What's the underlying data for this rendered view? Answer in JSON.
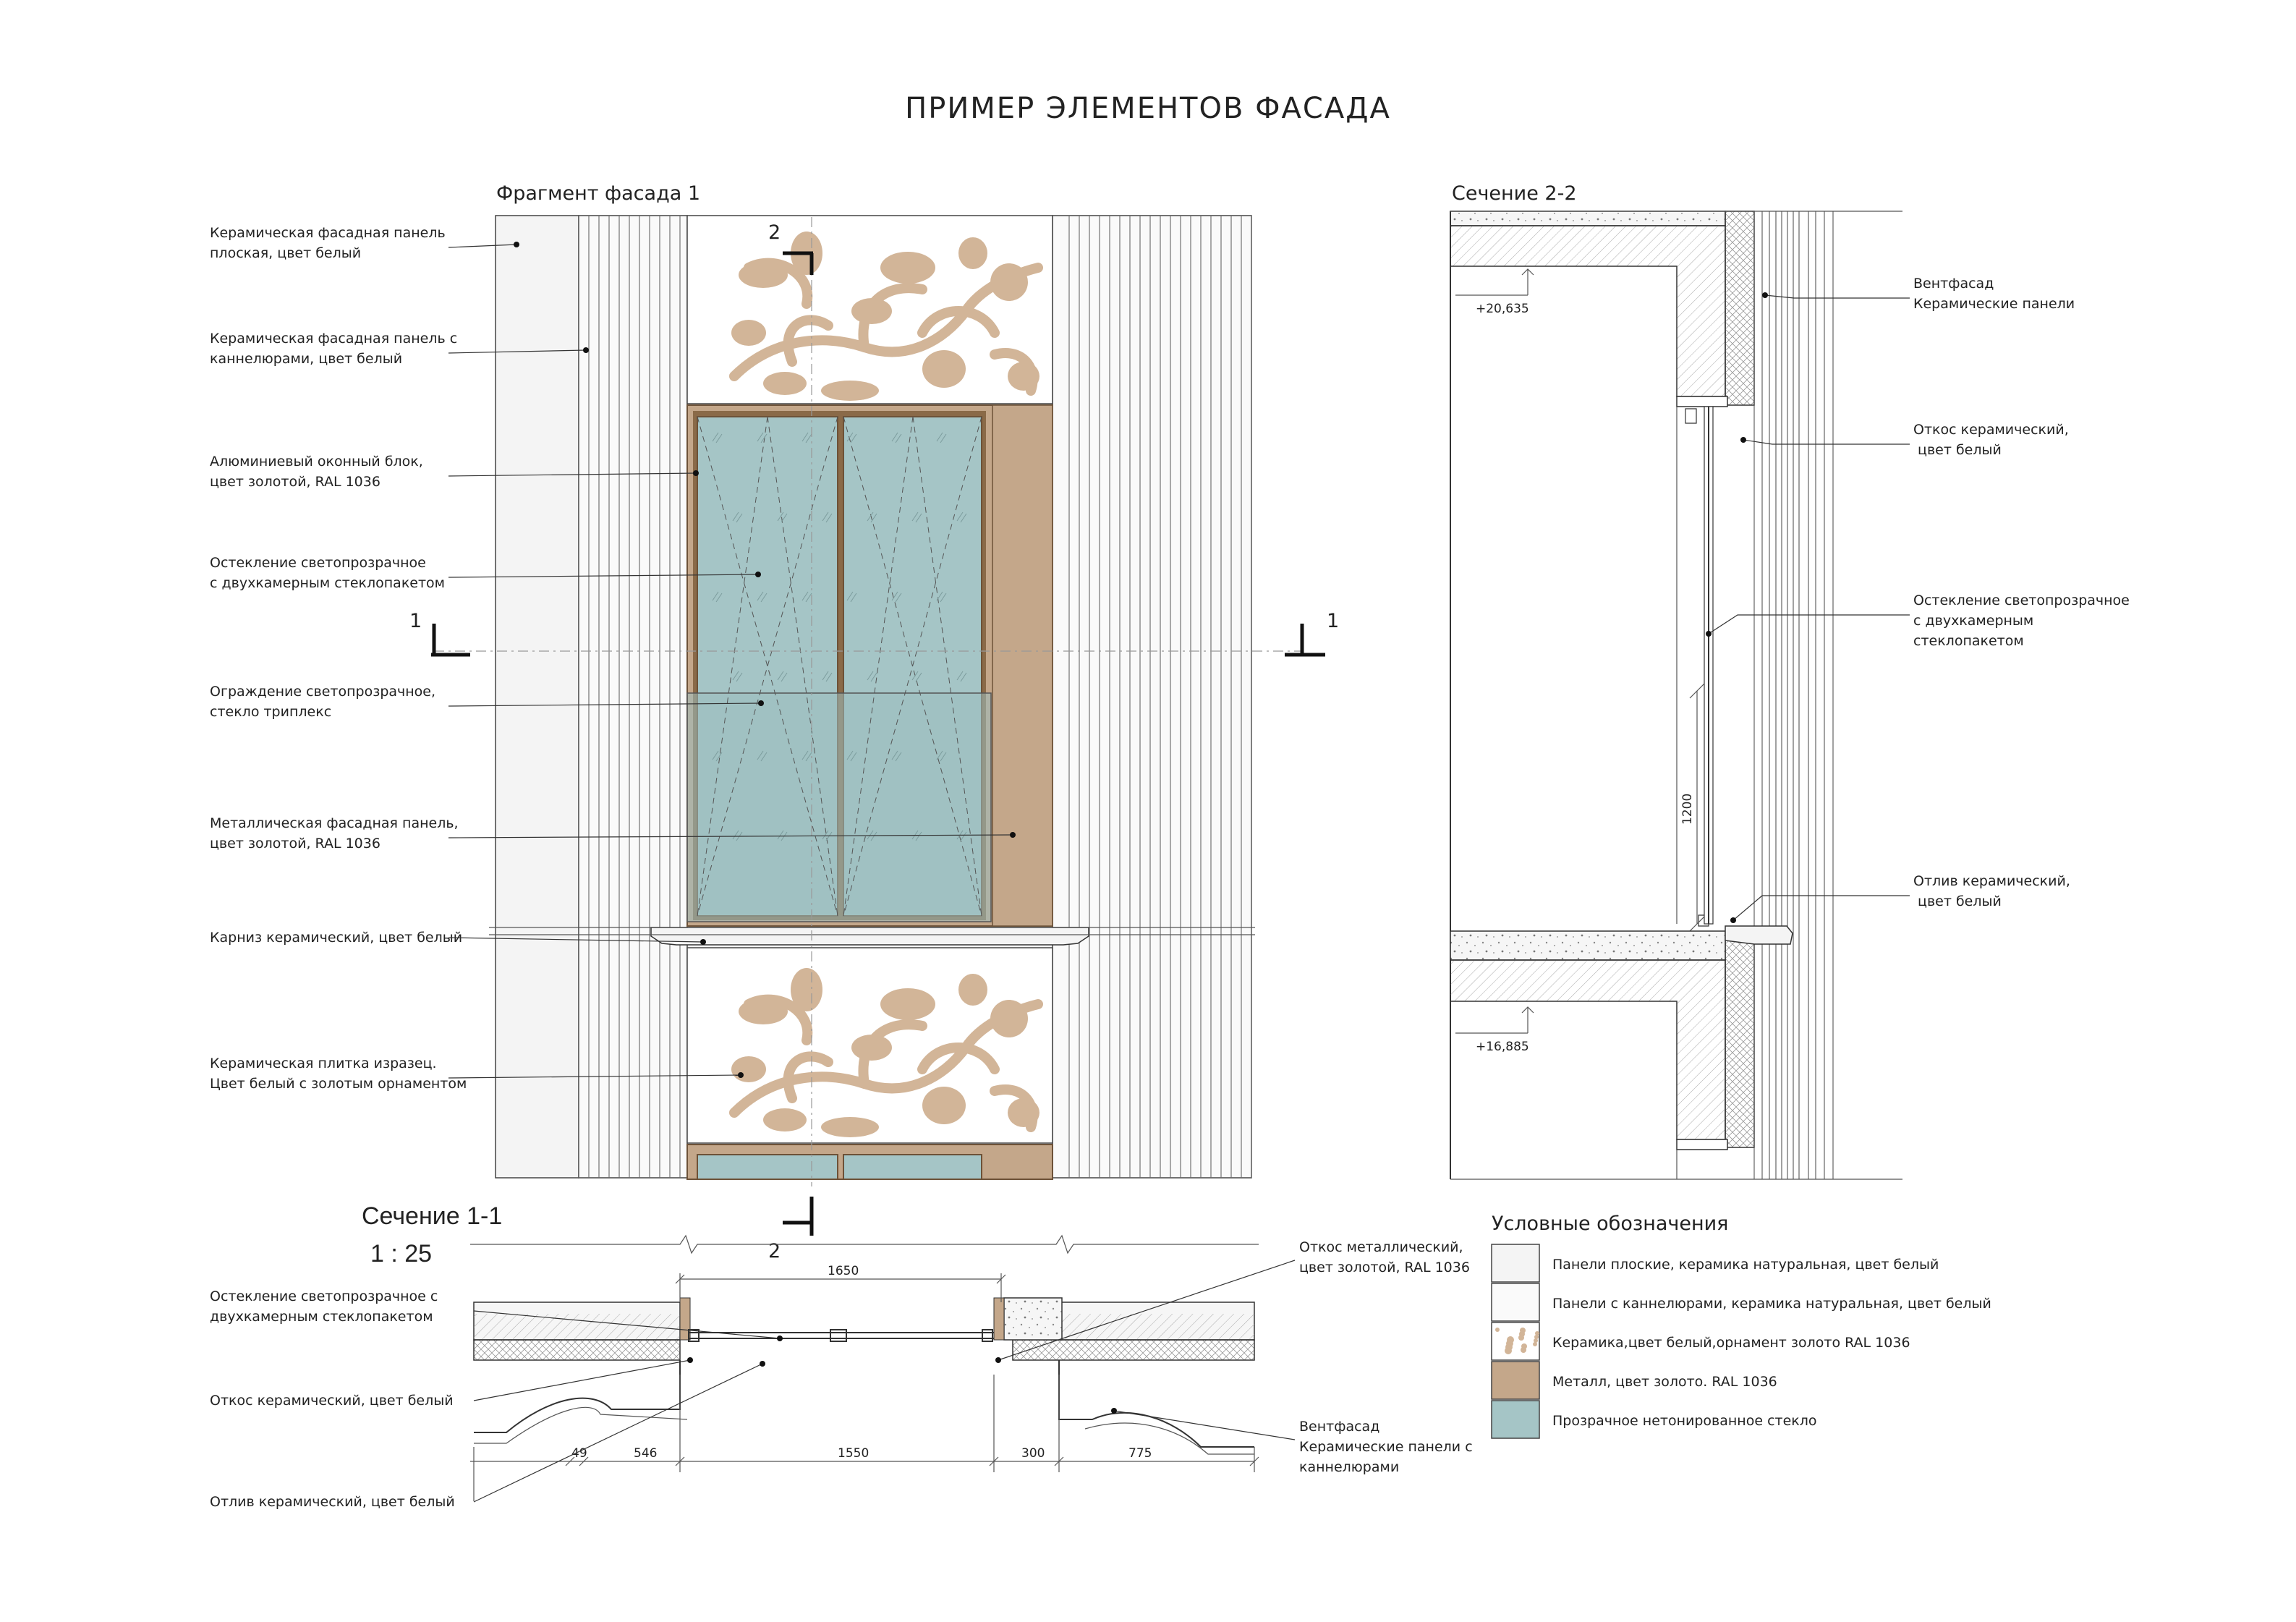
{
  "title": "ПРИМЕР ЭЛЕМЕНТОВ ФАСАДА",
  "facade": {
    "heading": "Фрагмент фасада 1",
    "section_mark_left": "1",
    "section_mark_right": "1",
    "section_mark_top": "2",
    "section_mark_bottom": "2",
    "labels": [
      [
        "Керамическая фасадная панель",
        "плоская, цвет белый"
      ],
      [
        "Керамическая фасадная панель с",
        "каннелюрами, цвет белый"
      ],
      [
        "Алюминиевый оконный блок,",
        "цвет золотой, RAL 1036"
      ],
      [
        "Остекление светопрозрачное",
        "с двухкамерным стеклопакетом"
      ],
      [
        "Ограждение светопрозрачное,",
        "стекло триплекс"
      ],
      [
        "Металлическая фасадная панель,",
        "цвет золотой, RAL 1036"
      ],
      [
        "Карниз керамический, цвет белый"
      ],
      [
        "Керамическая плитка изразец.",
        "Цвет белый с золотым орнаментом"
      ]
    ]
  },
  "section22": {
    "heading": "Сечение 2-2",
    "level_top": "+20,635",
    "level_bottom": "+16,885",
    "dim_1200": "1200",
    "labels": [
      [
        "Вентфасад",
        "Керамические панели"
      ],
      [
        "Откос керамический,",
        " цвет белый"
      ],
      [
        "Остекление светопрозрачное",
        "с двухкамерным",
        "стеклопакетом"
      ],
      [
        "Отлив керамический,",
        " цвет белый"
      ]
    ]
  },
  "section11": {
    "heading": "Сечение 1-1",
    "scale": "1 : 25",
    "dim_top": "1650",
    "dims_bottom": [
      "49",
      "546",
      "1550",
      "300",
      "775"
    ],
    "labels_left": [
      [
        "Остекление светопрозрачное с",
        "двухкамерным стеклопакетом"
      ],
      [
        "Откос керамический, цвет белый"
      ],
      [
        "Отлив керамический, цвет белый"
      ]
    ],
    "labels_right": [
      [
        "Откос металлический,",
        "цвет золотой, RAL 1036"
      ],
      [
        "Вентфасад",
        "Керамические панели с",
        "каннелюрами"
      ]
    ]
  },
  "legend": {
    "heading": "Условные обозначения",
    "items": [
      {
        "label": "Панели плоские, керамика натуральная, цвет белый",
        "color": "#f4f4f4"
      },
      {
        "label": "Панели с каннелюрами, керамика натуральная, цвет белый",
        "color": "#fafafa"
      },
      {
        "label": "Керамика,цвет белый,орнамент золото RAL 1036",
        "color": "#ffffff",
        "pattern": "ornament"
      },
      {
        "label": "Металл, цвет золото. RAL 1036",
        "color": "#c4a78a"
      },
      {
        "label": "Прозрачное нетонированное стекло",
        "color": "#a5c5c6"
      }
    ]
  },
  "colors": {
    "gold": "#c4a78a",
    "glass": "#a5c5c6",
    "ornament": "#d2b598",
    "panel": "#f4f4f4",
    "frame": "#8a6a48"
  }
}
